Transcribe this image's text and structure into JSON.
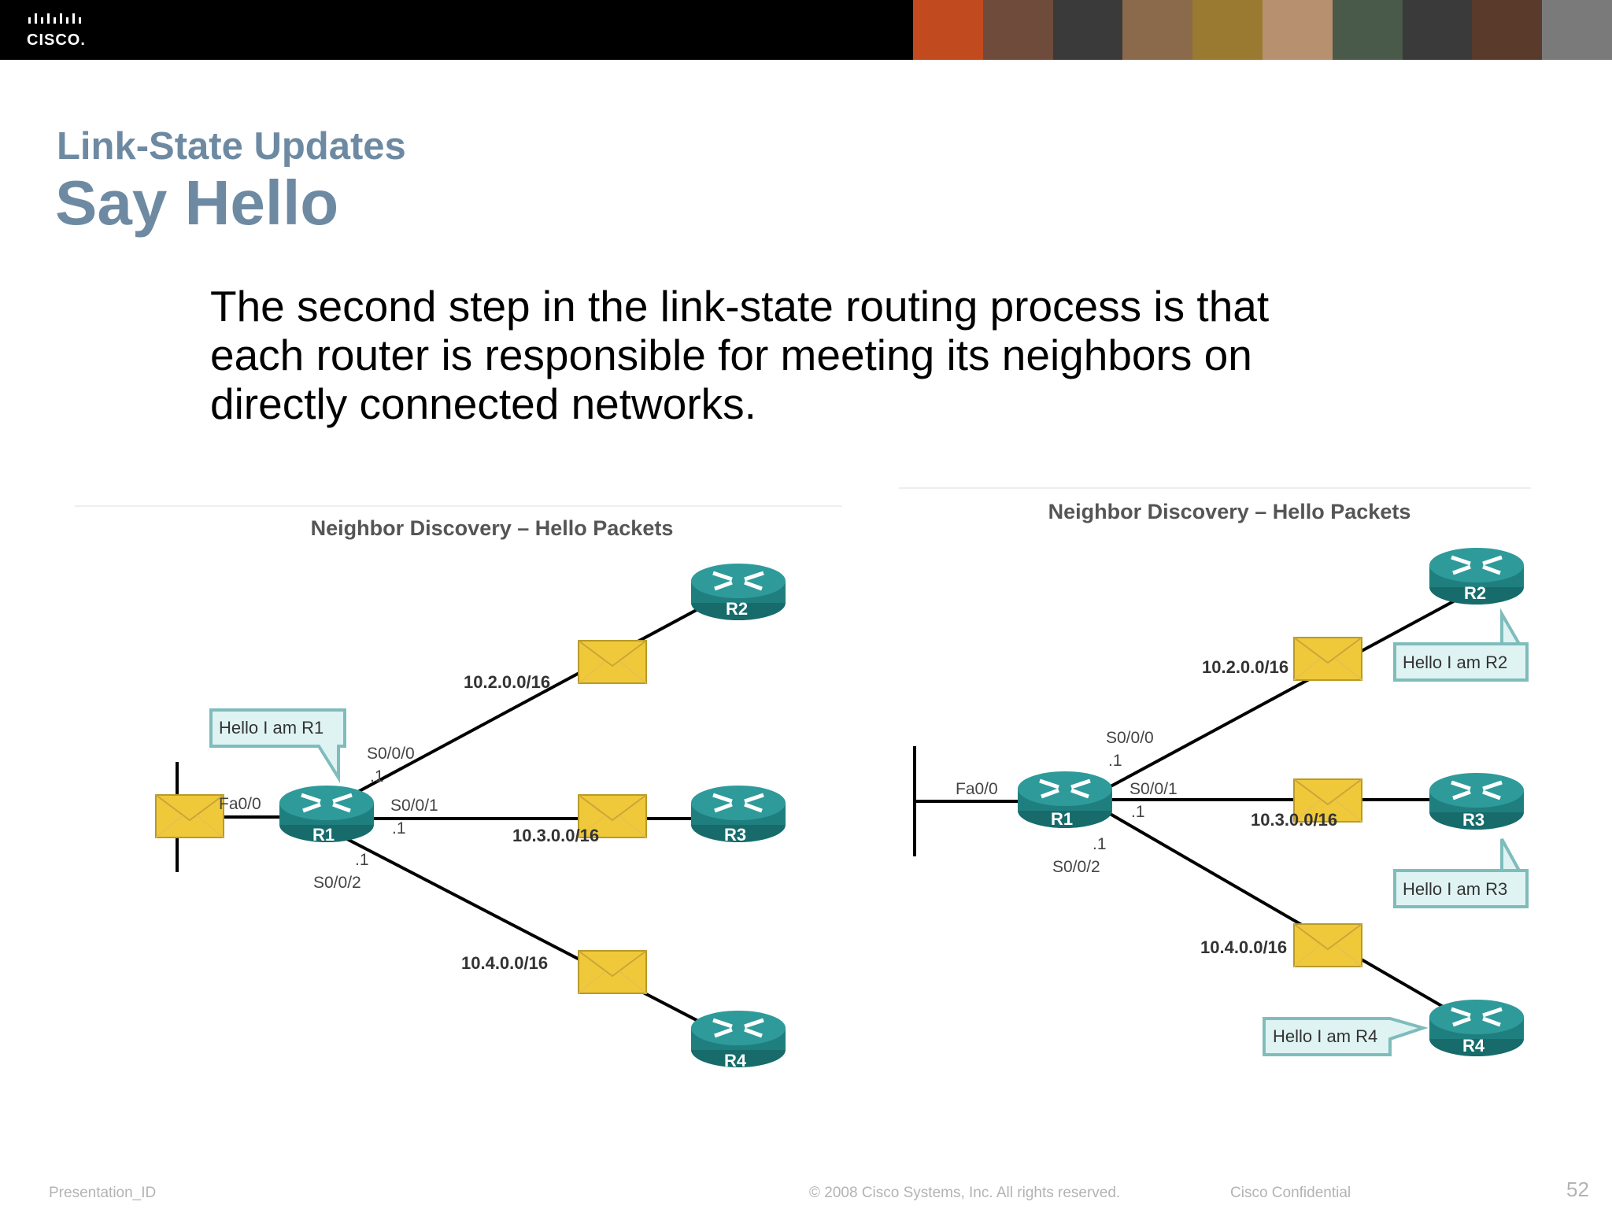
{
  "header": {
    "logo_text": "CISCO.",
    "photo_colors": [
      "#c24a1f",
      "#6e4b3a",
      "#3a3a3a",
      "#8a6a4a",
      "#9a7a30",
      "#b79070",
      "#4a5a4a",
      "#3a3a3a",
      "#5a3a2a",
      "#7a7a7a"
    ]
  },
  "slide": {
    "subtitle": "Link-State Updates",
    "title": "Say Hello",
    "body": "The second step in the link-state routing process is that\neach router is responsible for meeting its neighbors on\ndirectly connected networks."
  },
  "diagram_left": {
    "title": "Neighbor Discovery – Hello Packets",
    "routers": [
      "R1",
      "R2",
      "R3",
      "R4"
    ],
    "networks": [
      "10.2.0.0/16",
      "10.3.0.0/16",
      "10.4.0.0/16"
    ],
    "interfaces": {
      "fa": "Fa0/0",
      "s0": "S0/0/0",
      "s1": "S0/0/1",
      "s2": "S0/0/2",
      "dot1": ".1"
    },
    "callout": "Hello I am R1"
  },
  "diagram_right": {
    "title": "Neighbor Discovery – Hello Packets",
    "routers": [
      "R1",
      "R2",
      "R3",
      "R4"
    ],
    "networks": [
      "10.2.0.0/16",
      "10.3.0.0/16",
      "10.4.0.0/16"
    ],
    "interfaces": {
      "fa": "Fa0/0",
      "s0": "S0/0/0",
      "s1": "S0/0/1",
      "s2": "S0/0/2",
      "dot1": ".1"
    },
    "callouts": [
      "Hello I am R2",
      "Hello I am R3",
      "Hello I am R4"
    ]
  },
  "footer": {
    "presentation_id": "Presentation_ID",
    "copyright": "© 2008 Cisco Systems, Inc. All rights reserved.",
    "confidential": "Cisco Confidential",
    "page": "52"
  },
  "colors": {
    "router_fill": "#1f7f7f",
    "router_top": "#2f9a9a",
    "envelope": "#f0c93a",
    "callout_fill": "#dff3f3",
    "callout_border": "#7fbcbc",
    "title_color": "#6e8aa3"
  }
}
